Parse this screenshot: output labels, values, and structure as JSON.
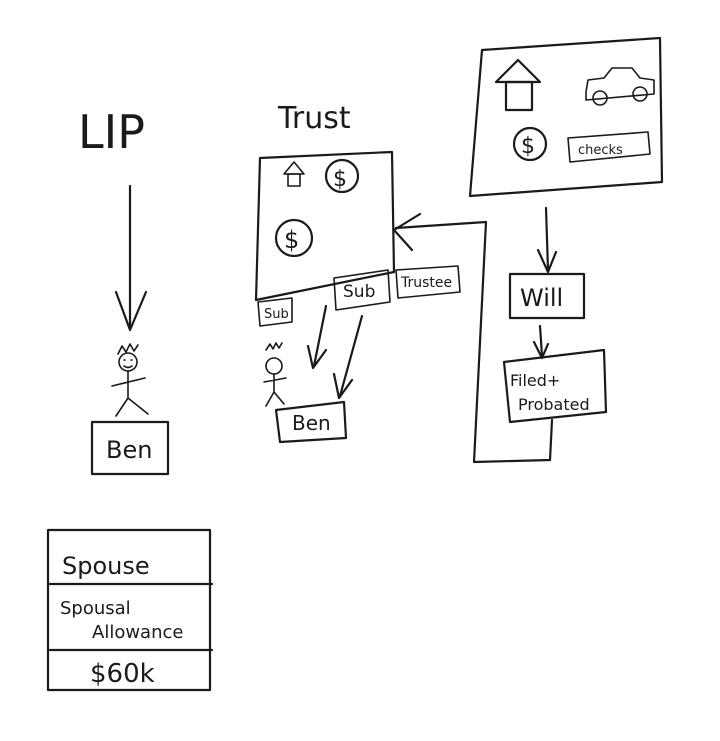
{
  "lip": {
    "title": "LIP",
    "beneficiary": "Ben"
  },
  "trust": {
    "title": "Trust",
    "sub_left": "Sub",
    "sub_mid": "Sub",
    "trustee": "Trustee",
    "beneficiary": "Ben",
    "dollar": "$"
  },
  "estate": {
    "checks": "checks",
    "dollar": "$"
  },
  "will": {
    "label": "Will",
    "filed_line1": "Filed+",
    "filed_line2": "Probated"
  },
  "spouse": {
    "label": "Spouse",
    "allowance_line1": "Spousal",
    "allowance_line2": "Allowance",
    "amount": "$60k"
  }
}
